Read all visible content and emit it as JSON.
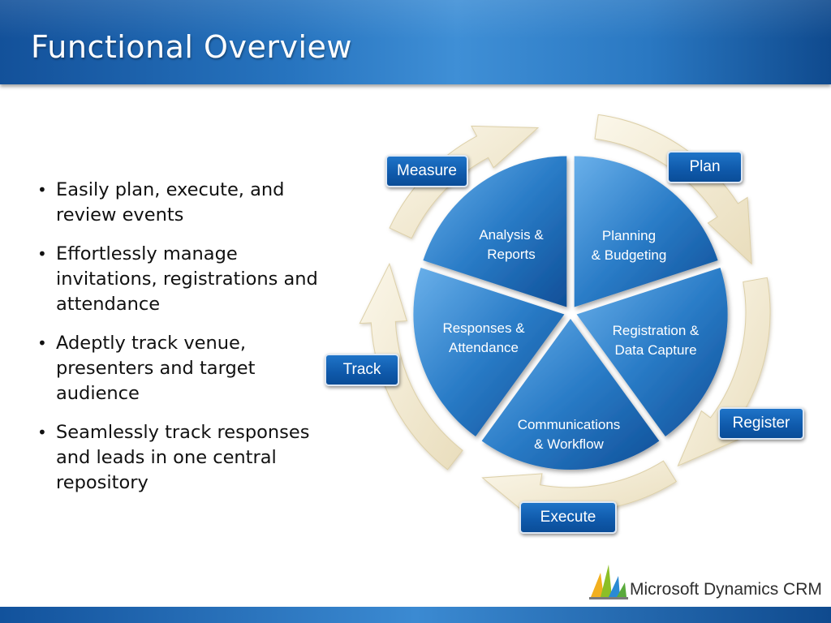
{
  "slide": {
    "title": "Functional Overview",
    "bullets": [
      "Easily plan, execute, and review events",
      "Effortlessly manage invitations, registrations and attendance",
      "Adeptly track venue, presenters and target audience",
      "Seamlessly track responses and leads in one central repository"
    ]
  },
  "diagram": {
    "segments": [
      {
        "id": "analysis",
        "lines": [
          "Analysis &",
          "Reports"
        ]
      },
      {
        "id": "planning",
        "lines": [
          "Planning",
          "& Budgeting"
        ]
      },
      {
        "id": "registration",
        "lines": [
          "Registration &",
          "Data Capture"
        ]
      },
      {
        "id": "communications",
        "lines": [
          "Communications",
          "& Workflow"
        ]
      },
      {
        "id": "responses",
        "lines": [
          "Responses &",
          "Attendance"
        ]
      }
    ],
    "stages": {
      "measure": "Measure",
      "plan": "Plan",
      "register": "Register",
      "execute": "Execute",
      "track": "Track"
    }
  },
  "logo": {
    "text": "Microsoft Dynamics CRM"
  },
  "colors": {
    "header": "#2774bf",
    "segment": "#2a7cc7",
    "arrow": "#f3ead3",
    "button": "#1565b9"
  }
}
